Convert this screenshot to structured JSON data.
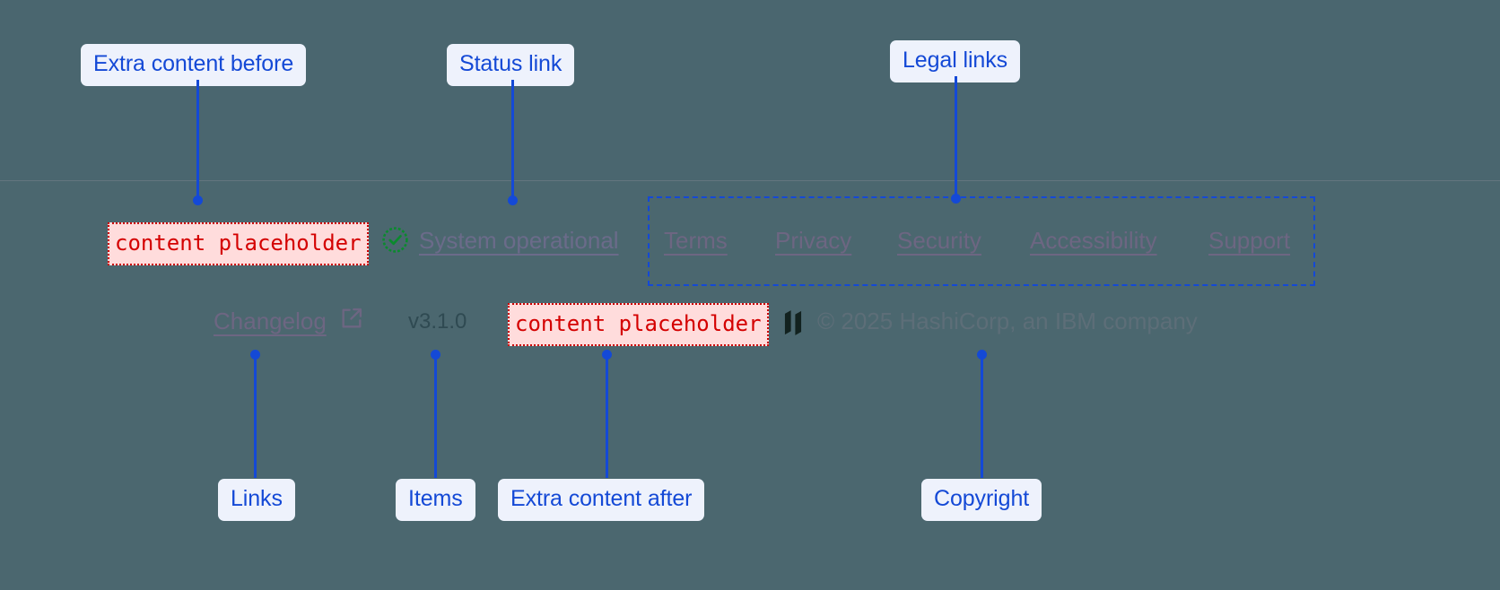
{
  "theme": {
    "background": "#4a666f",
    "footer_background": "#4b676f",
    "annotation_accent": "#1449d6",
    "annotation_chip_bg": "#eef2fc",
    "placeholder_text": "#d40000",
    "placeholder_bg": "#ffdcdc",
    "placeholder_border": "#cc0000",
    "link_color": "#6d6682",
    "status_ok_color": "#0b8a2e",
    "version_color": "#2f4a52"
  },
  "annotations": [
    {
      "id": "extra-before",
      "label": "Extra content before"
    },
    {
      "id": "status-link",
      "label": "Status link"
    },
    {
      "id": "legal-links",
      "label": "Legal links"
    },
    {
      "id": "links",
      "label": "Links"
    },
    {
      "id": "items",
      "label": "Items"
    },
    {
      "id": "extra-after",
      "label": "Extra content after"
    },
    {
      "id": "copyright",
      "label": "Copyright"
    }
  ],
  "footer": {
    "extra_before": {
      "placeholder": "content placeholder"
    },
    "status": {
      "icon": "check-circle-icon",
      "label": "System operational"
    },
    "legal_links": [
      {
        "label": "Terms"
      },
      {
        "label": "Privacy"
      },
      {
        "label": "Security"
      },
      {
        "label": "Accessibility"
      },
      {
        "label": "Support"
      }
    ],
    "links": [
      {
        "label": "Changelog",
        "icon": "external-link-icon"
      }
    ],
    "items": [
      {
        "label": "v3.1.0"
      }
    ],
    "extra_after": {
      "placeholder": "content placeholder"
    },
    "copyright": {
      "logo": "hashicorp-logo",
      "text": "© 2025 HashiCorp, an IBM company"
    }
  }
}
